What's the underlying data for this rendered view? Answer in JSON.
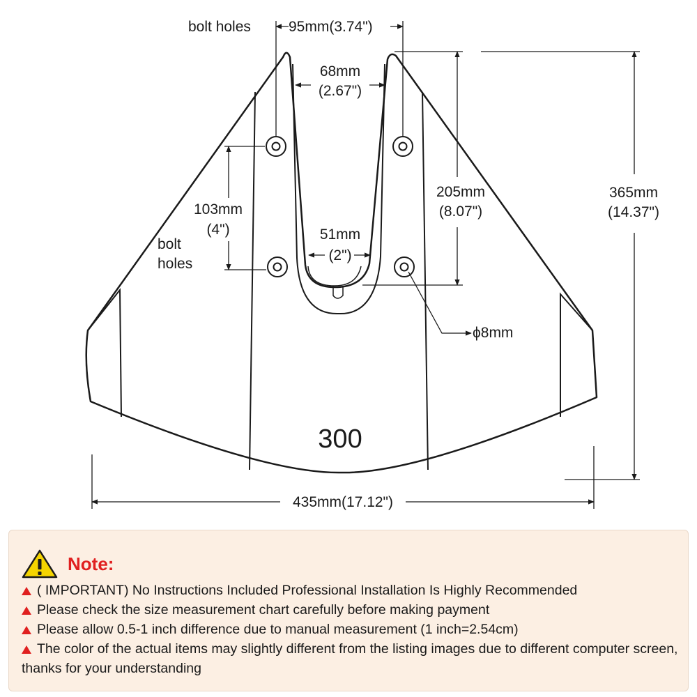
{
  "diagram": {
    "label_bolt_holes_top": "bolt holes",
    "label_bolt_holes_side_1": "bolt",
    "label_bolt_holes_side_2": "holes",
    "dim_95": "95mm(3.74\")",
    "dim_68_a": "68mm",
    "dim_68_b": "(2.67\")",
    "dim_205_a": "205mm",
    "dim_205_b": "(8.07\")",
    "dim_365_a": "365mm",
    "dim_365_b": "(14.37\")",
    "dim_103_a": "103mm",
    "dim_103_b": "(4\")",
    "dim_51_a": "51mm",
    "dim_51_b": "(2\")",
    "dim_hole": "ϕ8mm",
    "dim_435": "435mm(17.12\")",
    "model": "300"
  },
  "note": {
    "title": "Note:",
    "icon": "warning-triangle-icon",
    "accent_color": "#e02020",
    "items": [
      "( IMPORTANT) No Instructions Included Professional Installation Is Highly Recommended",
      "Please check the size measurement chart carefully before making payment",
      "Please allow 0.5-1 inch difference due to manual measurement (1 inch=2.54cm)",
      "The color of the actual items may slightly different from the listing images due to different computer screen, thanks for your understanding"
    ]
  }
}
